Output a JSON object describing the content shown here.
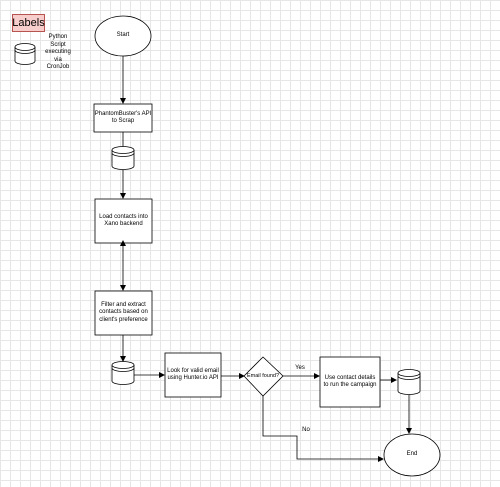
{
  "legend": {
    "title": "Labels",
    "db_icon_meaning": "Python\nScript\nexecuting\nvia\nCronJob"
  },
  "flow": {
    "start": "Start",
    "phantombuster": "PhantomBuster's API\nto Scrap",
    "load_contacts": "Load contacts into\nXano backend",
    "filter_extract": "Filter and extract\ncontacts based on\nclient's preference",
    "hunter_lookup": "Look for valid email\nusing Hunter.io API",
    "email_found": "Email found?",
    "campaign": "Use contact details\nto run the campaign",
    "end": "End"
  },
  "edges": {
    "yes": "Yes",
    "no": "No"
  }
}
